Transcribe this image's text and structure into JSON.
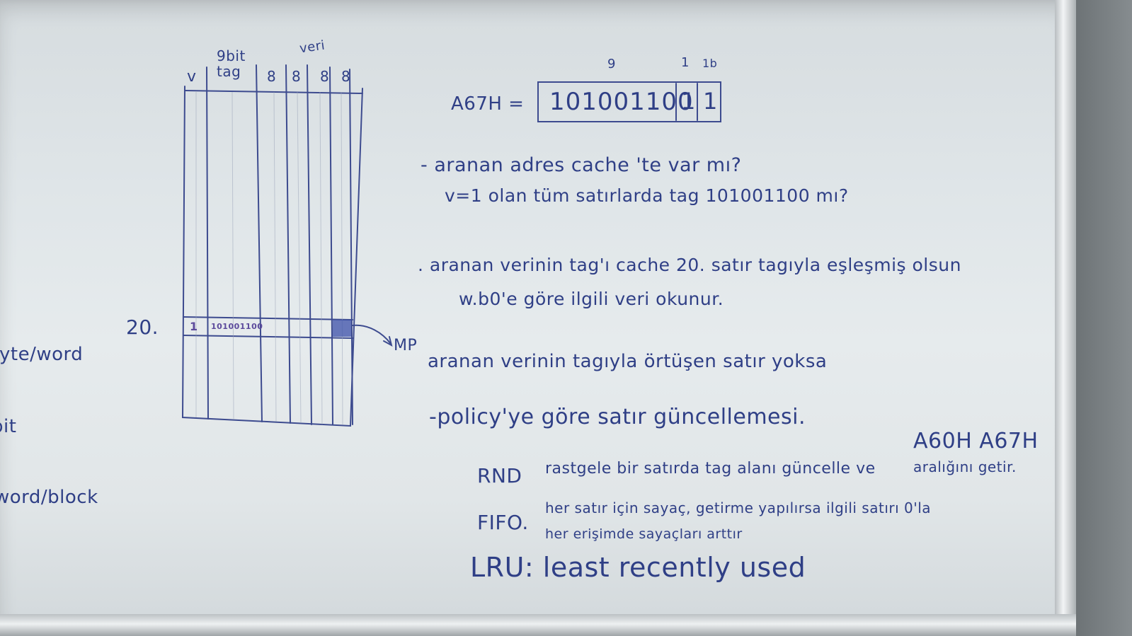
{
  "board": {
    "colors": {
      "surface": "#e3e8ea",
      "marker_blue": "#2f3f86",
      "marker_purple": "#5c4a9c",
      "highlight": "#3b4fa8"
    }
  },
  "cache_table": {
    "column_headers": [
      "v",
      "9bit\ntag",
      "8",
      "8",
      "8",
      "8"
    ],
    "data_header": "veri",
    "row_index": "20.",
    "row_valid": "1",
    "row_tag": "101001100",
    "pointer_label": "MP"
  },
  "left_edge": {
    "word_label": "byte/word",
    "bit_label": "bit",
    "block_label": "word/block"
  },
  "address": {
    "expression": "A67H =",
    "tag_bits": "101001100",
    "field_2": "1",
    "field_3": "1",
    "tag_caption": "9",
    "field_caption_2": "1",
    "field_caption_3": "1b"
  },
  "notes": {
    "line1": "- aranan adres cache 'te var mı?",
    "line2": "v=1 olan tüm satırlarda tag 101001100 mı?",
    "line3": ". aranan verinin tag'ı cache 20. satır tagıyla eşleşmiş olsun",
    "line4": "w.b0'e göre ilgili veri okunur.",
    "line5": "aranan verinin tagıyla örtüşen satır yoksa",
    "line6": "-policy'ye göre satır güncellemesi.",
    "rnd_label": "RND",
    "rnd_text": "rastgele bir satırda tag alanı güncelle ve",
    "rnd_addr": "A60H A67H",
    "rnd_cont": "aralığını getir.",
    "fifo_label": "FIFO.",
    "fifo_text": "her satır için sayaç, getirme yapılırsa ilgili satırı 0'la",
    "fifo_cont": "her erişimde sayaçları arttır",
    "lru_text": "LRU: least recently used"
  }
}
